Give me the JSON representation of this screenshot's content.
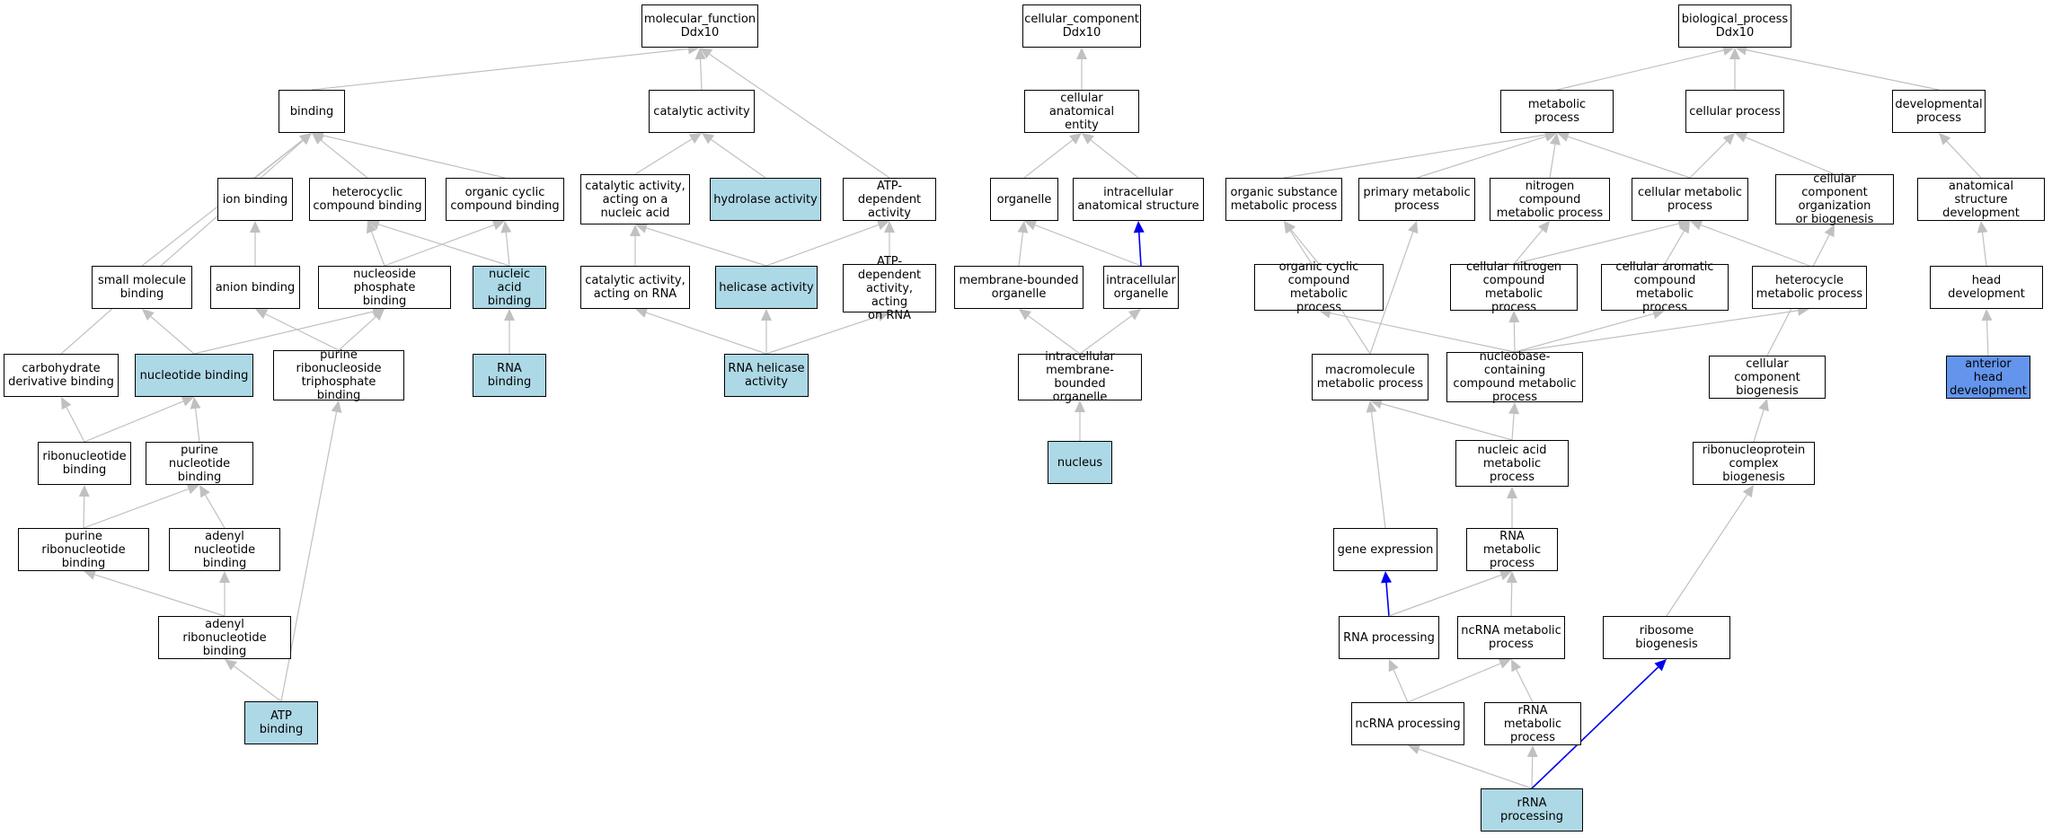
{
  "colors": {
    "edge": "#c0c0c0",
    "edge_highlight": "#0000ee",
    "node_border": "#000000",
    "node_fill": "#ffffff",
    "annotated_fill": "#add8e6",
    "query_fill": "#6495ed"
  },
  "nodes": {
    "mf_root": {
      "label": "molecular_function\nDdx10",
      "style": "plain"
    },
    "binding": {
      "label": "binding",
      "style": "plain"
    },
    "catalytic_activity": {
      "label": "catalytic activity",
      "style": "plain"
    },
    "ion_binding": {
      "label": "ion binding",
      "style": "plain"
    },
    "heterocyclic_compound_binding": {
      "label": "heterocyclic\ncompound binding",
      "style": "plain"
    },
    "organic_cyclic_compound_binding": {
      "label": "organic cyclic\ncompound binding",
      "style": "plain"
    },
    "catalytic_activity_nucleic_acid": {
      "label": "catalytic activity,\nacting on a\nnucleic acid",
      "style": "plain"
    },
    "hydrolase_activity": {
      "label": "hydrolase activity",
      "style": "annotated"
    },
    "atp_dependent_activity": {
      "label": "ATP-dependent\nactivity",
      "style": "plain"
    },
    "small_molecule_binding": {
      "label": "small molecule\nbinding",
      "style": "plain"
    },
    "anion_binding": {
      "label": "anion binding",
      "style": "plain"
    },
    "nucleoside_phosphate_binding": {
      "label": "nucleoside phosphate\nbinding",
      "style": "plain"
    },
    "nucleic_acid_binding": {
      "label": "nucleic acid\nbinding",
      "style": "annotated"
    },
    "catalytic_activity_rna": {
      "label": "catalytic activity,\nacting on RNA",
      "style": "plain"
    },
    "helicase_activity": {
      "label": "helicase activity",
      "style": "annotated"
    },
    "atp_dependent_activity_rna": {
      "label": "ATP-dependent\nactivity, acting\non RNA",
      "style": "plain"
    },
    "carbohydrate_derivative_binding": {
      "label": "carbohydrate\nderivative binding",
      "style": "plain"
    },
    "nucleotide_binding": {
      "label": "nucleotide binding",
      "style": "annotated"
    },
    "purine_ribonucleoside_triphosphate_binding": {
      "label": "purine ribonucleoside\ntriphosphate\nbinding",
      "style": "plain"
    },
    "rna_binding": {
      "label": "RNA binding",
      "style": "annotated"
    },
    "rna_helicase_activity": {
      "label": "RNA helicase\nactivity",
      "style": "annotated"
    },
    "ribonucleotide_binding": {
      "label": "ribonucleotide\nbinding",
      "style": "plain"
    },
    "purine_nucleotide_binding": {
      "label": "purine nucleotide\nbinding",
      "style": "plain"
    },
    "purine_ribonucleotide_binding": {
      "label": "purine ribonucleotide\nbinding",
      "style": "plain"
    },
    "adenyl_nucleotide_binding": {
      "label": "adenyl nucleotide\nbinding",
      "style": "plain"
    },
    "adenyl_ribonucleotide_binding": {
      "label": "adenyl ribonucleotide\nbinding",
      "style": "plain"
    },
    "atp_binding": {
      "label": "ATP binding",
      "style": "annotated"
    },
    "cc_root": {
      "label": "cellular_component\nDdx10",
      "style": "plain"
    },
    "cellular_anatomical_entity": {
      "label": "cellular anatomical\nentity",
      "style": "plain"
    },
    "organelle": {
      "label": "organelle",
      "style": "plain"
    },
    "intracellular_anatomical_structure": {
      "label": "intracellular\nanatomical structure",
      "style": "plain"
    },
    "membrane_bounded_organelle": {
      "label": "membrane-bounded\norganelle",
      "style": "plain"
    },
    "intracellular_organelle": {
      "label": "intracellular\norganelle",
      "style": "plain"
    },
    "intracellular_membrane_bounded_organelle": {
      "label": "intracellular\nmembrane-bounded\norganelle",
      "style": "plain"
    },
    "nucleus": {
      "label": "nucleus",
      "style": "annotated"
    },
    "bp_root": {
      "label": "biological_process\nDdx10",
      "style": "plain"
    },
    "metabolic_process": {
      "label": "metabolic process",
      "style": "plain"
    },
    "cellular_process": {
      "label": "cellular process",
      "style": "plain"
    },
    "developmental_process": {
      "label": "developmental\nprocess",
      "style": "plain"
    },
    "organic_substance_metabolic_process": {
      "label": "organic substance\nmetabolic process",
      "style": "plain"
    },
    "primary_metabolic_process": {
      "label": "primary metabolic\nprocess",
      "style": "plain"
    },
    "nitrogen_compound_metabolic_process": {
      "label": "nitrogen compound\nmetabolic process",
      "style": "plain"
    },
    "cellular_metabolic_process": {
      "label": "cellular metabolic\nprocess",
      "style": "plain"
    },
    "cellular_component_organization": {
      "label": "cellular component\norganization\nor biogenesis",
      "style": "plain"
    },
    "anatomical_structure_development": {
      "label": "anatomical structure\ndevelopment",
      "style": "plain"
    },
    "organic_cyclic_compound_metabolic_process": {
      "label": "organic cyclic\ncompound metabolic\nprocess",
      "style": "plain"
    },
    "cellular_nitrogen_compound_metabolic_process": {
      "label": "cellular nitrogen\ncompound metabolic\nprocess",
      "style": "plain"
    },
    "cellular_aromatic_compound_metabolic_process": {
      "label": "cellular aromatic\ncompound metabolic\nprocess",
      "style": "plain"
    },
    "heterocycle_metabolic_process": {
      "label": "heterocycle\nmetabolic process",
      "style": "plain"
    },
    "head_development": {
      "label": "head development",
      "style": "plain"
    },
    "macromolecule_metabolic_process": {
      "label": "macromolecule\nmetabolic process",
      "style": "plain"
    },
    "nucleobase_containing_compound_metabolic_process": {
      "label": "nucleobase-containing\ncompound metabolic\nprocess",
      "style": "plain"
    },
    "cellular_component_biogenesis": {
      "label": "cellular component\nbiogenesis",
      "style": "plain"
    },
    "anterior_head_development": {
      "label": "anterior head\ndevelopment",
      "style": "query"
    },
    "nucleic_acid_metabolic_process": {
      "label": "nucleic acid\nmetabolic process",
      "style": "plain"
    },
    "ribonucleoprotein_complex_biogenesis": {
      "label": "ribonucleoprotein\ncomplex biogenesis",
      "style": "plain"
    },
    "gene_expression": {
      "label": "gene expression",
      "style": "plain"
    },
    "rna_metabolic_process": {
      "label": "RNA metabolic\nprocess",
      "style": "plain"
    },
    "rna_processing": {
      "label": "RNA processing",
      "style": "plain"
    },
    "ncrna_metabolic_process": {
      "label": "ncRNA metabolic\nprocess",
      "style": "plain"
    },
    "ribosome_biogenesis": {
      "label": "ribosome biogenesis",
      "style": "plain"
    },
    "ncrna_processing": {
      "label": "ncRNA processing",
      "style": "plain"
    },
    "rrna_metabolic_process": {
      "label": "rRNA metabolic\nprocess",
      "style": "plain"
    },
    "rrna_processing": {
      "label": "rRNA processing",
      "style": "annotated"
    }
  },
  "edges": [
    {
      "from": "binding",
      "to": "mf_root",
      "kind": "is_a"
    },
    {
      "from": "catalytic_activity",
      "to": "mf_root",
      "kind": "is_a"
    },
    {
      "from": "atp_dependent_activity",
      "to": "mf_root",
      "kind": "is_a"
    },
    {
      "from": "ion_binding",
      "to": "binding",
      "kind": "is_a"
    },
    {
      "from": "heterocyclic_compound_binding",
      "to": "binding",
      "kind": "is_a"
    },
    {
      "from": "organic_cyclic_compound_binding",
      "to": "binding",
      "kind": "is_a"
    },
    {
      "from": "small_molecule_binding",
      "to": "binding",
      "kind": "is_a"
    },
    {
      "from": "carbohydrate_derivative_binding",
      "to": "binding",
      "kind": "is_a"
    },
    {
      "from": "catalytic_activity_nucleic_acid",
      "to": "catalytic_activity",
      "kind": "is_a"
    },
    {
      "from": "hydrolase_activity",
      "to": "catalytic_activity",
      "kind": "is_a"
    },
    {
      "from": "anion_binding",
      "to": "ion_binding",
      "kind": "is_a"
    },
    {
      "from": "nucleoside_phosphate_binding",
      "to": "heterocyclic_compound_binding",
      "kind": "is_a"
    },
    {
      "from": "nucleic_acid_binding",
      "to": "heterocyclic_compound_binding",
      "kind": "is_a"
    },
    {
      "from": "nucleoside_phosphate_binding",
      "to": "organic_cyclic_compound_binding",
      "kind": "is_a"
    },
    {
      "from": "nucleic_acid_binding",
      "to": "organic_cyclic_compound_binding",
      "kind": "is_a"
    },
    {
      "from": "catalytic_activity_rna",
      "to": "catalytic_activity_nucleic_acid",
      "kind": "is_a"
    },
    {
      "from": "helicase_activity",
      "to": "catalytic_activity_nucleic_acid",
      "kind": "is_a"
    },
    {
      "from": "helicase_activity",
      "to": "atp_dependent_activity",
      "kind": "is_a"
    },
    {
      "from": "atp_dependent_activity_rna",
      "to": "atp_dependent_activity",
      "kind": "is_a"
    },
    {
      "from": "nucleotide_binding",
      "to": "small_molecule_binding",
      "kind": "is_a"
    },
    {
      "from": "nucleotide_binding",
      "to": "nucleoside_phosphate_binding",
      "kind": "is_a"
    },
    {
      "from": "purine_ribonucleoside_triphosphate_binding",
      "to": "nucleoside_phosphate_binding",
      "kind": "is_a"
    },
    {
      "from": "purine_ribonucleoside_triphosphate_binding",
      "to": "anion_binding",
      "kind": "is_a"
    },
    {
      "from": "rna_binding",
      "to": "nucleic_acid_binding",
      "kind": "is_a"
    },
    {
      "from": "rna_helicase_activity",
      "to": "catalytic_activity_rna",
      "kind": "is_a"
    },
    {
      "from": "rna_helicase_activity",
      "to": "helicase_activity",
      "kind": "is_a"
    },
    {
      "from": "rna_helicase_activity",
      "to": "atp_dependent_activity_rna",
      "kind": "is_a"
    },
    {
      "from": "ribonucleotide_binding",
      "to": "carbohydrate_derivative_binding",
      "kind": "is_a"
    },
    {
      "from": "ribonucleotide_binding",
      "to": "nucleotide_binding",
      "kind": "is_a"
    },
    {
      "from": "purine_nucleotide_binding",
      "to": "nucleotide_binding",
      "kind": "is_a"
    },
    {
      "from": "purine_ribonucleotide_binding",
      "to": "ribonucleotide_binding",
      "kind": "is_a"
    },
    {
      "from": "purine_ribonucleotide_binding",
      "to": "purine_nucleotide_binding",
      "kind": "is_a"
    },
    {
      "from": "adenyl_nucleotide_binding",
      "to": "purine_nucleotide_binding",
      "kind": "is_a"
    },
    {
      "from": "adenyl_ribonucleotide_binding",
      "to": "purine_ribonucleotide_binding",
      "kind": "is_a"
    },
    {
      "from": "adenyl_ribonucleotide_binding",
      "to": "adenyl_nucleotide_binding",
      "kind": "is_a"
    },
    {
      "from": "atp_binding",
      "to": "adenyl_ribonucleotide_binding",
      "kind": "is_a"
    },
    {
      "from": "atp_binding",
      "to": "purine_ribonucleoside_triphosphate_binding",
      "kind": "is_a"
    },
    {
      "from": "cellular_anatomical_entity",
      "to": "cc_root",
      "kind": "is_a"
    },
    {
      "from": "organelle",
      "to": "cellular_anatomical_entity",
      "kind": "is_a"
    },
    {
      "from": "intracellular_anatomical_structure",
      "to": "cellular_anatomical_entity",
      "kind": "is_a"
    },
    {
      "from": "membrane_bounded_organelle",
      "to": "organelle",
      "kind": "is_a"
    },
    {
      "from": "intracellular_organelle",
      "to": "organelle",
      "kind": "is_a"
    },
    {
      "from": "intracellular_organelle",
      "to": "intracellular_anatomical_structure",
      "kind": "part_of"
    },
    {
      "from": "intracellular_membrane_bounded_organelle",
      "to": "membrane_bounded_organelle",
      "kind": "is_a"
    },
    {
      "from": "intracellular_membrane_bounded_organelle",
      "to": "intracellular_organelle",
      "kind": "is_a"
    },
    {
      "from": "nucleus",
      "to": "intracellular_membrane_bounded_organelle",
      "kind": "is_a"
    },
    {
      "from": "metabolic_process",
      "to": "bp_root",
      "kind": "is_a"
    },
    {
      "from": "cellular_process",
      "to": "bp_root",
      "kind": "is_a"
    },
    {
      "from": "developmental_process",
      "to": "bp_root",
      "kind": "is_a"
    },
    {
      "from": "organic_substance_metabolic_process",
      "to": "metabolic_process",
      "kind": "is_a"
    },
    {
      "from": "primary_metabolic_process",
      "to": "metabolic_process",
      "kind": "is_a"
    },
    {
      "from": "nitrogen_compound_metabolic_process",
      "to": "metabolic_process",
      "kind": "is_a"
    },
    {
      "from": "cellular_metabolic_process",
      "to": "metabolic_process",
      "kind": "is_a"
    },
    {
      "from": "cellular_metabolic_process",
      "to": "cellular_process",
      "kind": "is_a"
    },
    {
      "from": "cellular_component_organization",
      "to": "cellular_process",
      "kind": "is_a"
    },
    {
      "from": "anatomical_structure_development",
      "to": "developmental_process",
      "kind": "is_a"
    },
    {
      "from": "organic_cyclic_compound_metabolic_process",
      "to": "organic_substance_metabolic_process",
      "kind": "is_a"
    },
    {
      "from": "macromolecule_metabolic_process",
      "to": "organic_substance_metabolic_process",
      "kind": "is_a"
    },
    {
      "from": "macromolecule_metabolic_process",
      "to": "primary_metabolic_process",
      "kind": "is_a"
    },
    {
      "from": "cellular_nitrogen_compound_metabolic_process",
      "to": "nitrogen_compound_metabolic_process",
      "kind": "is_a"
    },
    {
      "from": "cellular_nitrogen_compound_metabolic_process",
      "to": "cellular_metabolic_process",
      "kind": "is_a"
    },
    {
      "from": "cellular_aromatic_compound_metabolic_process",
      "to": "cellular_metabolic_process",
      "kind": "is_a"
    },
    {
      "from": "heterocycle_metabolic_process",
      "to": "cellular_metabolic_process",
      "kind": "is_a"
    },
    {
      "from": "head_development",
      "to": "anatomical_structure_development",
      "kind": "is_a"
    },
    {
      "from": "nucleobase_containing_compound_metabolic_process",
      "to": "organic_cyclic_compound_metabolic_process",
      "kind": "is_a"
    },
    {
      "from": "nucleobase_containing_compound_metabolic_process",
      "to": "cellular_nitrogen_compound_metabolic_process",
      "kind": "is_a"
    },
    {
      "from": "nucleobase_containing_compound_metabolic_process",
      "to": "cellular_aromatic_compound_metabolic_process",
      "kind": "is_a"
    },
    {
      "from": "nucleobase_containing_compound_metabolic_process",
      "to": "heterocycle_metabolic_process",
      "kind": "is_a"
    },
    {
      "from": "cellular_component_biogenesis",
      "to": "cellular_component_organization",
      "kind": "is_a"
    },
    {
      "from": "anterior_head_development",
      "to": "head_development",
      "kind": "is_a"
    },
    {
      "from": "nucleic_acid_metabolic_process",
      "to": "macromolecule_metabolic_process",
      "kind": "is_a"
    },
    {
      "from": "nucleic_acid_metabolic_process",
      "to": "nucleobase_containing_compound_metabolic_process",
      "kind": "is_a"
    },
    {
      "from": "ribonucleoprotein_complex_biogenesis",
      "to": "cellular_component_biogenesis",
      "kind": "is_a"
    },
    {
      "from": "gene_expression",
      "to": "macromolecule_metabolic_process",
      "kind": "is_a"
    },
    {
      "from": "rna_metabolic_process",
      "to": "nucleic_acid_metabolic_process",
      "kind": "is_a"
    },
    {
      "from": "rna_processing",
      "to": "gene_expression",
      "kind": "part_of"
    },
    {
      "from": "rna_processing",
      "to": "rna_metabolic_process",
      "kind": "is_a"
    },
    {
      "from": "ncrna_metabolic_process",
      "to": "rna_metabolic_process",
      "kind": "is_a"
    },
    {
      "from": "ribosome_biogenesis",
      "to": "ribonucleoprotein_complex_biogenesis",
      "kind": "is_a"
    },
    {
      "from": "ncrna_processing",
      "to": "rna_processing",
      "kind": "is_a"
    },
    {
      "from": "ncrna_processing",
      "to": "ncrna_metabolic_process",
      "kind": "is_a"
    },
    {
      "from": "rrna_metabolic_process",
      "to": "ncrna_metabolic_process",
      "kind": "is_a"
    },
    {
      "from": "rrna_processing",
      "to": "ncrna_processing",
      "kind": "is_a"
    },
    {
      "from": "rrna_processing",
      "to": "rrna_metabolic_process",
      "kind": "is_a"
    },
    {
      "from": "rrna_processing",
      "to": "ribosome_biogenesis",
      "kind": "part_of"
    }
  ]
}
